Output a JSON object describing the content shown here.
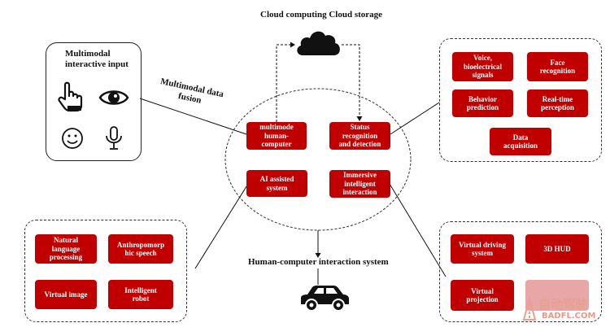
{
  "header": {
    "title": "Cloud computing Cloud storage"
  },
  "center": {
    "system_label": "Human-computer interaction system"
  },
  "fusion_label": "Multimodal data\nfusion",
  "input_panel": {
    "title": "Multimodal\ninteractive input"
  },
  "core_boxes": {
    "multimode": "multimode\nhuman-\ncomputer",
    "status": "Status\nrecognition\nand detection",
    "ai": "AI assisted\nsystem",
    "immersive": "Immersive\nintelligent\ninteraction"
  },
  "perception_panel": {
    "voice": "Voice,\nbioelectrical\nsignals",
    "face": "Face\nrecognition",
    "behavior": "Behavior\nprediction",
    "realtime": "Real-time\nperception",
    "data": "Data\nacquisition"
  },
  "ai_panel": {
    "nlp": "Natural\nlanguage\nprocessing",
    "anthro": "Anthropomorp\nhic speech",
    "virtual_image": "Virtual image",
    "robot": "Intelligent\nrobot"
  },
  "immersive_panel": {
    "driving": "Virtual driving\nsystem",
    "hud": "3D HUD",
    "projection": "Virtual\nprojection",
    "empty": ""
  },
  "watermark": {
    "line1": "自动驾驶",
    "line2": "BADFL.COM"
  },
  "icons": [
    "cloud-icon",
    "hand-pointer-icon",
    "eye-icon",
    "smiley-icon",
    "microphone-icon",
    "car-icon"
  ],
  "colors": {
    "accent": "#c00000"
  }
}
